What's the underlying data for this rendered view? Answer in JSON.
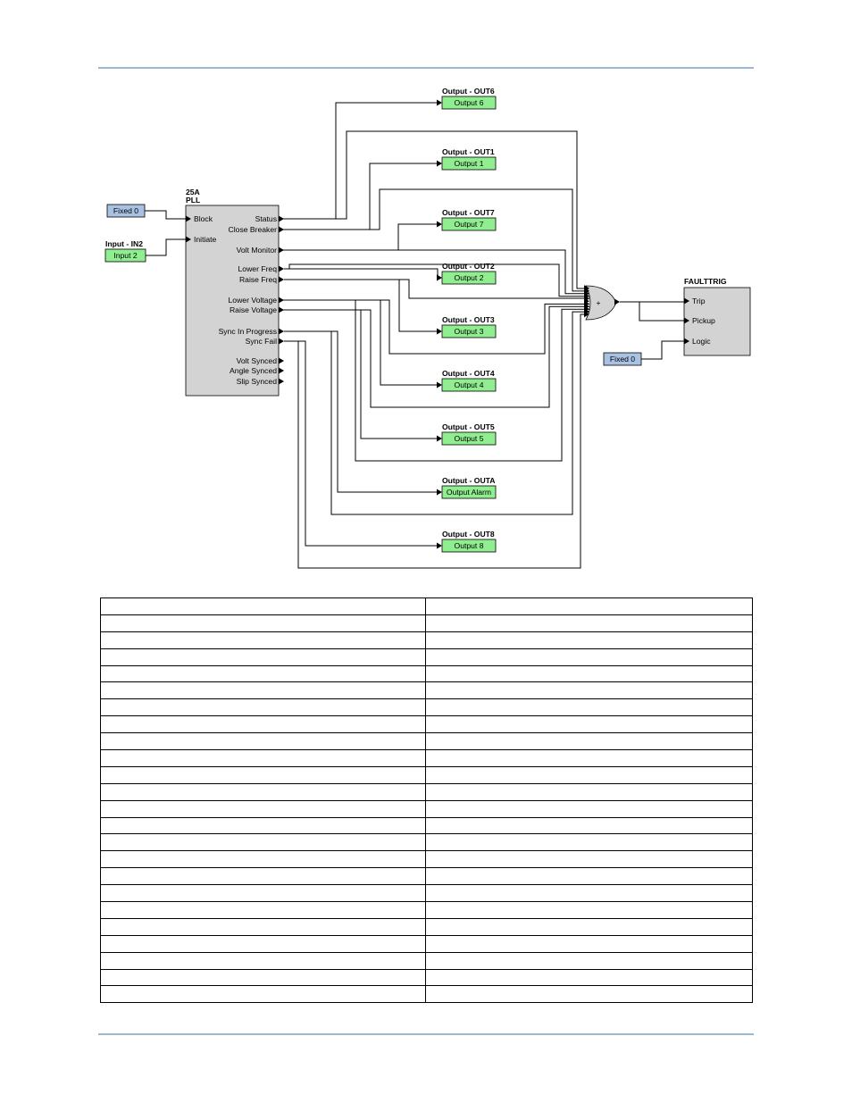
{
  "colors": {
    "header_rule": "#9ab8d3",
    "output_block": "#90ee90",
    "fixed_block": "#a9c2e3",
    "logic_block": "#d3d3d3"
  },
  "diagram": {
    "pll_block": {
      "title_line1": "25A",
      "title_line2": "PLL",
      "inputs": [
        "Block",
        "Initiate"
      ],
      "outputs": [
        "Status",
        "Close Breaker",
        "Volt Monitor",
        "Lower Freq",
        "Raise Freq",
        "Lower Voltage",
        "Raise Voltage",
        "Sync In Progress",
        "Sync Fail",
        "Volt Synced",
        "Angle Synced",
        "Slip Synced"
      ]
    },
    "input_blocks": [
      {
        "title": "",
        "label": "Fixed 0"
      },
      {
        "title": "Input - IN2",
        "label": "Input 2"
      }
    ],
    "output_blocks": [
      {
        "title": "Output - OUT6",
        "label": "Output 6"
      },
      {
        "title": "Output - OUT1",
        "label": "Output 1"
      },
      {
        "title": "Output - OUT7",
        "label": "Output 7"
      },
      {
        "title": "Output - OUT2",
        "label": "Output 2"
      },
      {
        "title": "Output - OUT3",
        "label": "Output 3"
      },
      {
        "title": "Output - OUT4",
        "label": "Output 4"
      },
      {
        "title": "Output - OUT5",
        "label": "Output 5"
      },
      {
        "title": "Output - OUTA",
        "label": "Output Alarm"
      },
      {
        "title": "Output - OUT8",
        "label": "Output 8"
      }
    ],
    "or_gate": {
      "symbol": "+"
    },
    "faulttrig_block": {
      "title": "FAULTTRIG",
      "inputs": [
        "Trip",
        "Pickup",
        "Logic"
      ],
      "fixed_input_label": "Fixed 0"
    }
  },
  "table": {
    "rows": [
      [
        "",
        ""
      ],
      [
        "",
        ""
      ],
      [
        "",
        ""
      ],
      [
        "",
        ""
      ],
      [
        "",
        ""
      ],
      [
        "",
        ""
      ],
      [
        "",
        ""
      ],
      [
        "",
        ""
      ],
      [
        "",
        ""
      ],
      [
        "",
        ""
      ],
      [
        "",
        ""
      ],
      [
        "",
        ""
      ],
      [
        "",
        ""
      ],
      [
        "",
        ""
      ],
      [
        "",
        ""
      ],
      [
        "",
        ""
      ],
      [
        "",
        ""
      ],
      [
        "",
        ""
      ],
      [
        "",
        ""
      ],
      [
        "",
        ""
      ],
      [
        "",
        ""
      ],
      [
        "",
        ""
      ],
      [
        "",
        ""
      ],
      [
        "",
        ""
      ]
    ]
  }
}
